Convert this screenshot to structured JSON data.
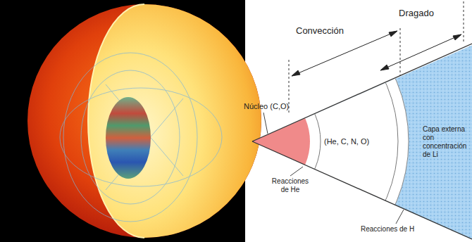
{
  "diagram": {
    "nodes": [
      {
        "text": [
          "(He, C, N, O)"
        ]
      },
      {
        "text": [
          "Capa externa con concentración de Li"
        ]
      }
    ],
    "labels": [
      "Convección",
      "Dragado",
      "Núcleo (C,O)",
      "Reacciones de He",
      "Reacciones de H"
    ]
  }
}
